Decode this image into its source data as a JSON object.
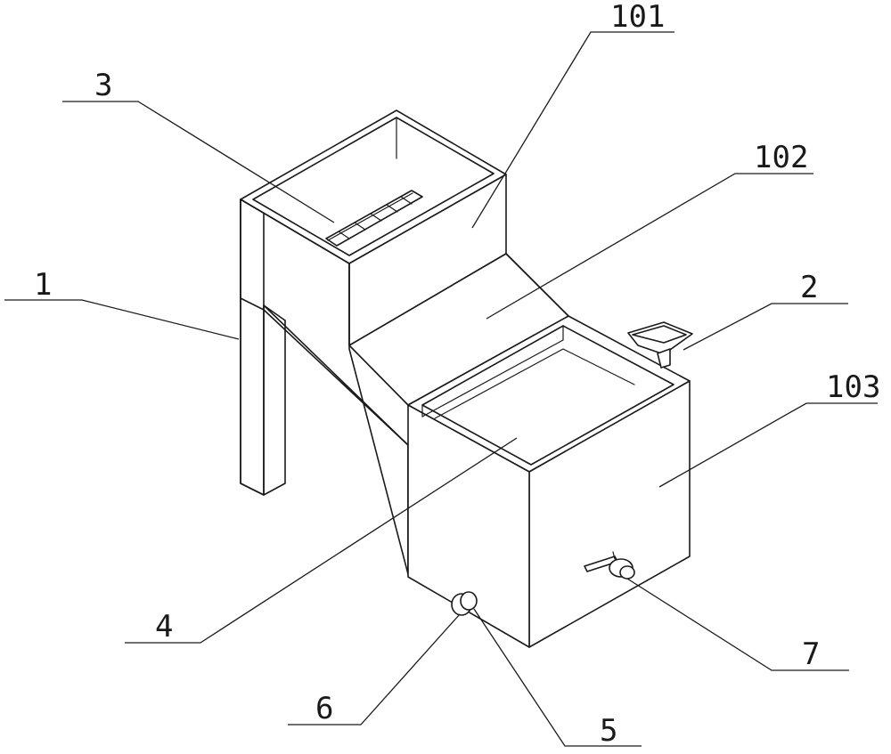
{
  "labels": {
    "l101": "101",
    "l3": "3",
    "l102": "102",
    "l1": "1",
    "l2": "2",
    "l103": "103",
    "l4": "4",
    "l7": "7",
    "l6": "6",
    "l5": "5"
  },
  "colors": {
    "line": "#1a1a1a",
    "background": "#ffffff"
  }
}
